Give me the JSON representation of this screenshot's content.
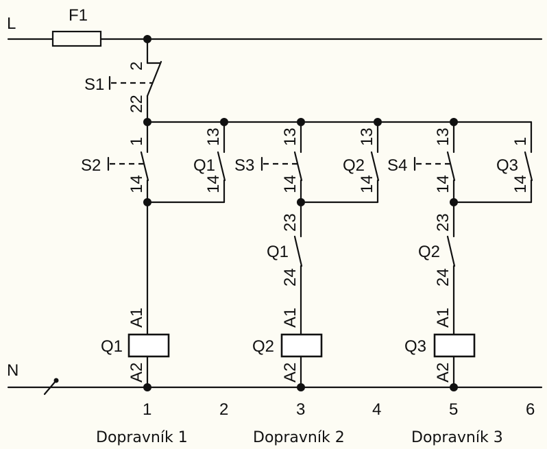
{
  "rails": {
    "line": "L",
    "neutral": "N"
  },
  "fuse": {
    "name": "F1"
  },
  "stop_switch": {
    "name": "S1",
    "pin_top": "2",
    "pin_bottom": "22"
  },
  "start_switches": [
    {
      "name": "S2",
      "pin_top": "1",
      "pin_bottom": "14"
    },
    {
      "name": "S3",
      "pin_top": "13",
      "pin_bottom": "14"
    },
    {
      "name": "S4",
      "pin_top": "13",
      "pin_bottom": "14"
    }
  ],
  "holding_contacts": [
    {
      "name": "Q1",
      "pin_top": "13",
      "pin_bottom": "14"
    },
    {
      "name": "Q2",
      "pin_top": "13",
      "pin_bottom": "14"
    },
    {
      "name": "Q3",
      "pin_top": "1",
      "pin_bottom": "14"
    }
  ],
  "interlock_contacts": [
    {
      "name": "Q1",
      "pin_top": "23",
      "pin_bottom": "24"
    },
    {
      "name": "Q2",
      "pin_top": "23",
      "pin_bottom": "24"
    }
  ],
  "coils": [
    {
      "name": "Q1",
      "pin_top": "A1",
      "pin_bottom": "A2"
    },
    {
      "name": "Q2",
      "pin_top": "A1",
      "pin_bottom": "A2"
    },
    {
      "name": "Q3",
      "pin_top": "A1",
      "pin_bottom": "A2"
    }
  ],
  "column_numbers": [
    "1",
    "2",
    "3",
    "4",
    "5",
    "6"
  ],
  "conveyors": [
    "Dopravník 1",
    "Dopravník 2",
    "Dopravník 3"
  ]
}
